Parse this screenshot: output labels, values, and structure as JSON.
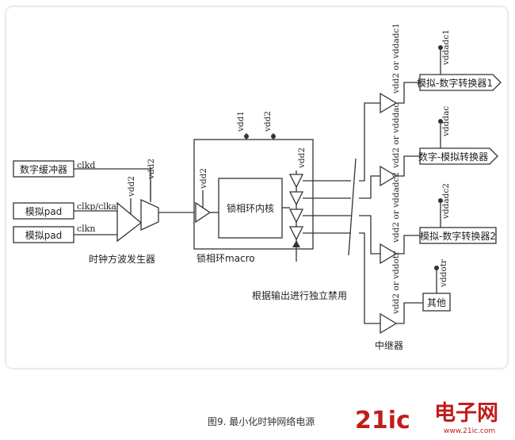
{
  "inputs": {
    "digital_buffer": "数字缓冲器",
    "analog_pad_1": "模拟pad",
    "analog_pad_2": "模拟pad",
    "clkd": "clkd",
    "clkp": "clkp/clka",
    "clkn": "clkn"
  },
  "clock_generator": "时钟方波发生器",
  "pll": {
    "macro_label": "锁相环macro",
    "core_label": "锁相环内核"
  },
  "supplies": {
    "vdd1": "vdd1",
    "vdd2": "vdd2",
    "vdd2_a": "vdd2",
    "vdd2_b": "vdd2",
    "vdd2_c": "vdd2",
    "vdd2_or_adc1": "vdd2 or vddadc1",
    "vdd2_or_dac": "vdd2 or vdddac",
    "vdd2_or_adc2": "vdd2 or vddadc2",
    "vdd2_or_dotr": "vdd2 or vddotr",
    "vddadc1": "vddadc1",
    "vdddac": "vdddac",
    "vddadc2": "vddadc2",
    "vddotr": "vddotr"
  },
  "outputs": {
    "adc1": "模拟-数字转换器1",
    "dac": "数字-模拟转换器",
    "adc2": "模拟-数字转换器2",
    "other": "其他"
  },
  "enable_label": "根据输出进行独立禁用",
  "repeater_label": "中继器",
  "caption": "图9.  最小化时钟网络电源",
  "logo": {
    "brand_number": "21ic",
    "brand_cn": "电子网",
    "brand_url": "www.21ic.com"
  }
}
